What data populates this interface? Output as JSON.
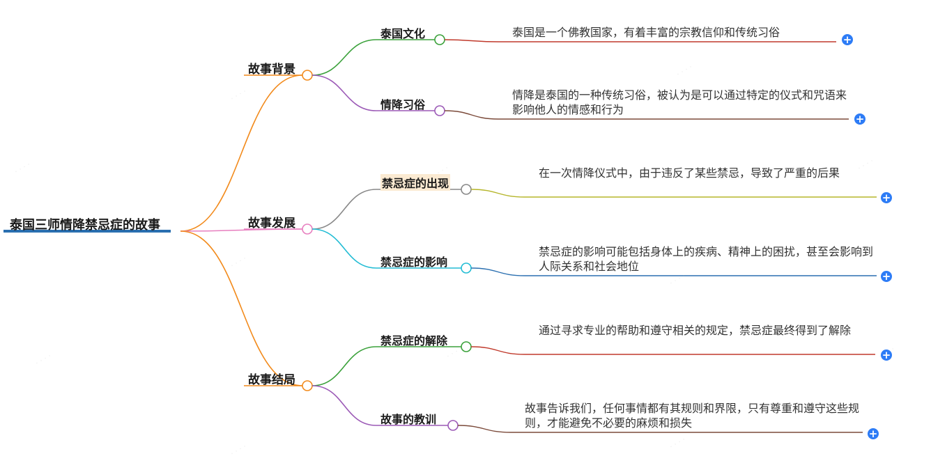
{
  "root": {
    "label": "泰国三师情降禁忌症的故事",
    "color": "#2a6fb0"
  },
  "branches": [
    {
      "label": "故事背景",
      "color": "#f28a1b",
      "children": [
        {
          "label": "泰国文化",
          "color": "#3aa13a",
          "leaf_color": "#c0392b",
          "leaf": "泰国是一个佛教国家，有着丰富的宗教信仰和传统习俗"
        },
        {
          "label": "情降习俗",
          "color": "#9b59b6",
          "leaf_color": "#7b4a3a",
          "leaf": "情降是泰国的一种传统习俗，被认为是可以通过特定的仪式和咒语来影响他人的情感和行为"
        }
      ]
    },
    {
      "label": "故事发展",
      "color": "#e77fbf",
      "children": [
        {
          "label": "禁忌症的出现",
          "color": "#888888",
          "leaf_color": "#b5b52a",
          "highlight": true,
          "leaf": "在一次情降仪式中，由于违反了某些禁忌，导致了严重的后果"
        },
        {
          "label": "禁忌症的影响",
          "color": "#22bcd4",
          "leaf_color": "#2a6fb0",
          "leaf": "禁忌症的影响可能包括身体上的疾病、精神上的困扰，甚至会影响到人际关系和社会地位"
        }
      ]
    },
    {
      "label": "故事结局",
      "color": "#f28a1b",
      "children": [
        {
          "label": "禁忌症的解除",
          "color": "#3aa13a",
          "leaf_color": "#c0392b",
          "leaf": "通过寻求专业的帮助和遵守相关的规定，禁忌症最终得到了解除"
        },
        {
          "label": "故事的教训",
          "color": "#9b59b6",
          "leaf_color": "#7b4a3a",
          "leaf": "故事告诉我们，任何事情都有其规则和界限，只有尊重和遵守这些规则，才能避免不必要的麻烦和损失"
        }
      ]
    }
  ],
  "expand_icon": "plus-circle-icon"
}
